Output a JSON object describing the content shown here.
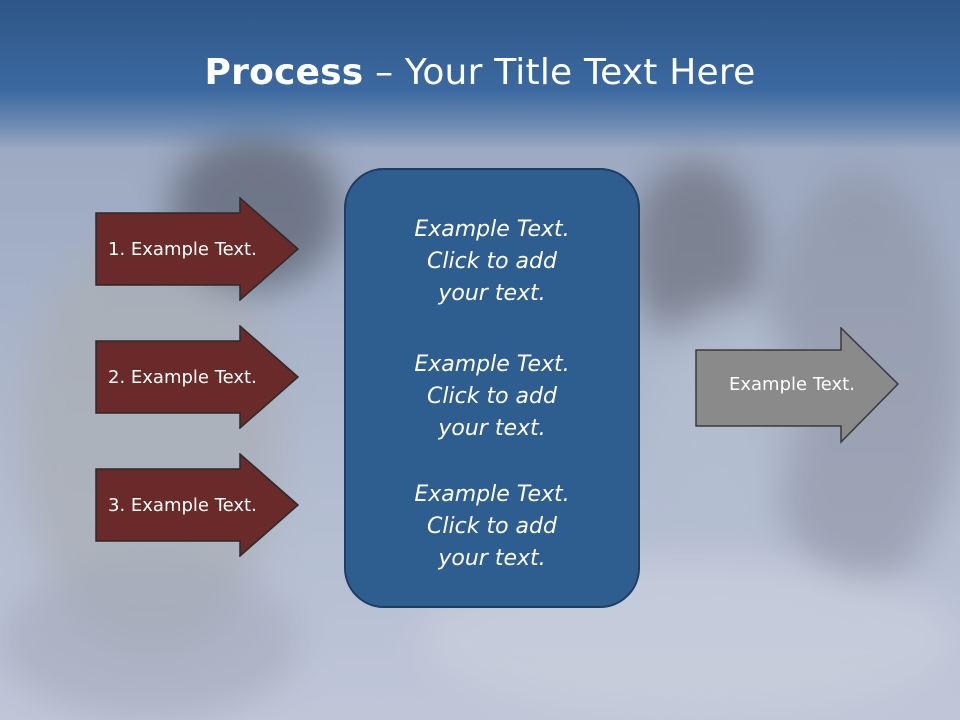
{
  "title": {
    "bold": "Process",
    "rest": " – Your Title Text Here"
  },
  "left_arrows": [
    {
      "label": "1. Example Text."
    },
    {
      "label": "2. Example Text."
    },
    {
      "label": "3. Example Text."
    }
  ],
  "center_blocks": [
    {
      "line1": "Example Text.",
      "line2": "Click  to add",
      "line3": "your text."
    },
    {
      "line1": "Example Text.",
      "line2": "Click  to add",
      "line3": "your text."
    },
    {
      "line1": "Example Text.",
      "line2": "Click  to add",
      "line3": "your text."
    }
  ],
  "right_arrow": {
    "label": "Example Text."
  },
  "colors": {
    "title_bar": "#3b69a0",
    "left_arrow_fill": "#6b2a2a",
    "center_box": "#2e5d8f",
    "right_arrow_fill": "#8a8a8a"
  }
}
